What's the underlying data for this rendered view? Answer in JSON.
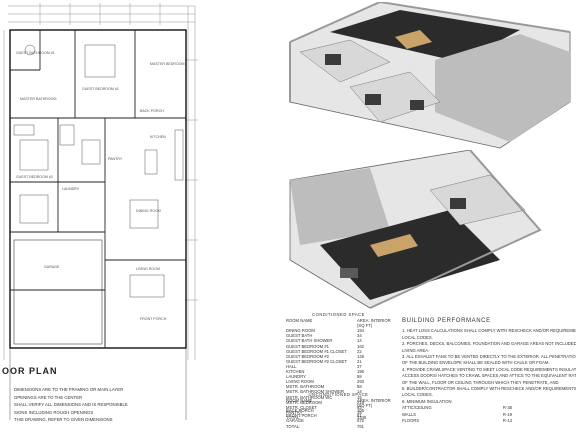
{
  "plan": {
    "title": "OOR PLAN",
    "rooms": [
      "GUEST BATHROOM #1",
      "GUEST BEDROOM #1",
      "MASTER BATHROOM",
      "MASTER BEDROOM",
      "GUEST BEDROOM #2",
      "KITCHEN",
      "DINING ROOM",
      "LIVING ROOM",
      "GARAGE",
      "BACK PORCH",
      "FRONT PORCH",
      "LAUNDRY",
      "PANTRY"
    ],
    "notes": [
      "DIMENSIONS ARE TO THE FRAMING OR MAIN LAYER",
      "OPENINGS ARE TO THE CENTER",
      "SHALL VERIFY ALL DIMENSIONS AND IS RESPONSIBLE",
      "SIONS INCLUDING ROUGH OPENINGS",
      "THIS DRAWING, REFER TO GIVEN DIMENSIONS"
    ]
  },
  "conditioned": {
    "header": "CONDITIONED SPACE",
    "col_name": "ROOM NAME",
    "col_area": "AREA: INTERIOR (SQ FT)",
    "rows": [
      [
        "DINING ROOM",
        "194"
      ],
      [
        "GUEST BATH",
        "34"
      ],
      [
        "GUEST BATH SHOWER",
        "14"
      ],
      [
        "GUEST BEDROOM #1",
        "162"
      ],
      [
        "GUEST BEDROOM #1 CLOSET",
        "22"
      ],
      [
        "GUEST BEDROOM #2",
        "148"
      ],
      [
        "GUEST BEDROOM #2 CLOSET",
        "21"
      ],
      [
        "HALL",
        "37"
      ],
      [
        "KITCHEN",
        "196"
      ],
      [
        "LAUNDRY",
        "58"
      ],
      [
        "LIVING ROOM",
        "293"
      ],
      [
        "MSTR. BATHROOM",
        "58"
      ],
      [
        "MSTR. BATHROOM SHOWER",
        "14"
      ],
      [
        "MSTR. BATHROOM WC",
        "15"
      ],
      [
        "MSTR. BEDROOM",
        "218"
      ],
      [
        "MSTR. CLOSET",
        "43"
      ],
      [
        "PANTRY",
        "15"
      ],
      [
        "TOTAL:",
        "1345"
      ]
    ]
  },
  "unconditioned": {
    "header": "UNCONDITIONED SPACE",
    "col_name": "ROOM NAME",
    "col_area": "AREA: INTERIOR (SQ FT)",
    "rows": [
      [
        "BACK PORCH",
        "105"
      ],
      [
        "FRONT PORCH",
        "81"
      ],
      [
        "GARAGE",
        "575"
      ],
      [
        "TOTAL:",
        "761"
      ]
    ]
  },
  "performance": {
    "title": "BUILDING PERFORMANCE",
    "notes": [
      "1. HEAT LOSS CALCULATIONS SHALL COMPLY WITH RESCHECK AND/OR REQUIREMENTS OF",
      "LOCAL CODES.",
      "2. PORCHES, DECKS, BALCONIES, FOUNDATION AND GARAGE AREAS NOT INCLUDED IN",
      "LIVING AREA.",
      "3. ALL EXHAUST FANS TO BE VENTED DIRECTLY TO THE EXTERIOR. ALL PENETRATIONS",
      "OF THE BUILDING ENVELOPE SHALL BE SEALED WITH CAULK OR FOAM.",
      "4. PROVIDE CRAWLSPACE VENTING TO MEET LOCAL CODE REQUIREMENTS INSULATE ALL",
      "ACCESS DOORS/ HATCHES TO CRAWL SPACES AND ATTICS TO THE EQUIVALENT RATING",
      "OF THE WALL, FLOOR OR CEILING THROUGH WHICH THEY PENETRATE, AND",
      "5. BUILDER/CONTRACTOR SHALL COMPLY WITH RESCHECK AND/OR REQUIREMENTS OF",
      "LOCAL CODES.",
      "6. MINIMUM INSULATION"
    ],
    "insulation": [
      [
        "ATTIC/CEILING",
        "R-38"
      ],
      [
        "WALLS",
        "R-19"
      ],
      [
        "FLOORS",
        "R-13"
      ]
    ]
  },
  "colors": {
    "floor_dark": "#2b2b2b",
    "wall_gray": "#9a9a9a",
    "wood": "#c9a36a",
    "grass_gray": "#bdbdbd"
  }
}
